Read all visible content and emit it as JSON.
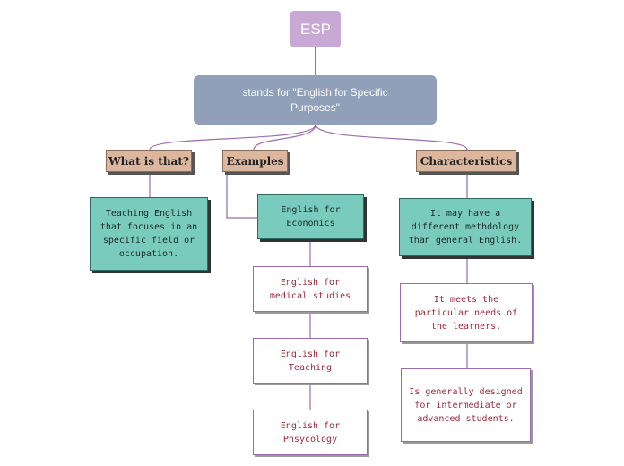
{
  "root": {
    "label": "ESP"
  },
  "definition": {
    "text": "stands for \"English for Specific Purposes\""
  },
  "categories": [
    {
      "label": "What is that?"
    },
    {
      "label": "Examples"
    },
    {
      "label": "Characteristics"
    }
  ],
  "what_is_that": {
    "text": "Teaching English that focuses in an specific field or occupation."
  },
  "examples": [
    {
      "text": "English for Economics"
    },
    {
      "text": "English for medical studies"
    },
    {
      "text": "English for Teaching"
    },
    {
      "text": "English for Phsycology"
    }
  ],
  "characteristics": [
    {
      "text": "It may have a different methdology than general English."
    },
    {
      "text": "It meets the particular needs of the learners."
    },
    {
      "text": "Is generally designed for intermediate or advanced students."
    }
  ],
  "colors": {
    "root": "#c8a8d4",
    "definition": "#8fa0b8",
    "category": "#dcb7a0",
    "teal_node": "#79cbbd",
    "connector": "#9b6bb0",
    "white_node_text": "#9b2a3a"
  }
}
